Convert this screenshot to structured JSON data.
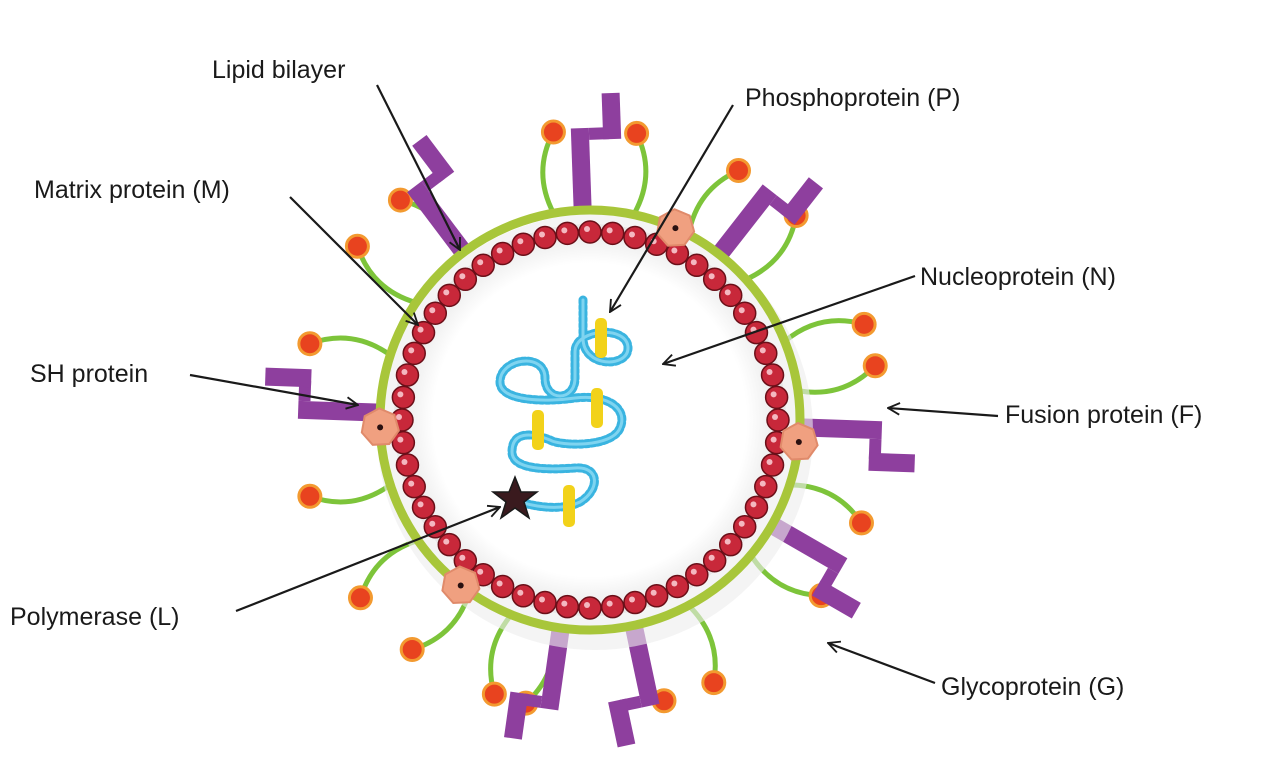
{
  "labels": {
    "lipid_bilayer": "Lipid bilayer",
    "phosphoprotein": "Phosphoprotein (P)",
    "matrix_protein": "Matrix protein (M)",
    "nucleoprotein": "Nucleoprotein (N)",
    "sh_protein": "SH protein",
    "fusion_protein": "Fusion protein (F)",
    "polymerase": "Polymerase (L)",
    "glycoprotein": "Glycoprotein (G)"
  },
  "colors": {
    "envelope": "#a8c63a",
    "matrix": "#c8283a",
    "glycoprotein_stalk": "#7dc43a",
    "glycoprotein_head": "#e8431f",
    "fusion_protein": "#8e3f9e",
    "sh_protein": "#f0a080",
    "nucleoprotein": "#3ab4e0",
    "phosphoprotein": "#f2d21a",
    "polymerase": "#1a1a1a",
    "label_text": "#1a1a1a"
  }
}
